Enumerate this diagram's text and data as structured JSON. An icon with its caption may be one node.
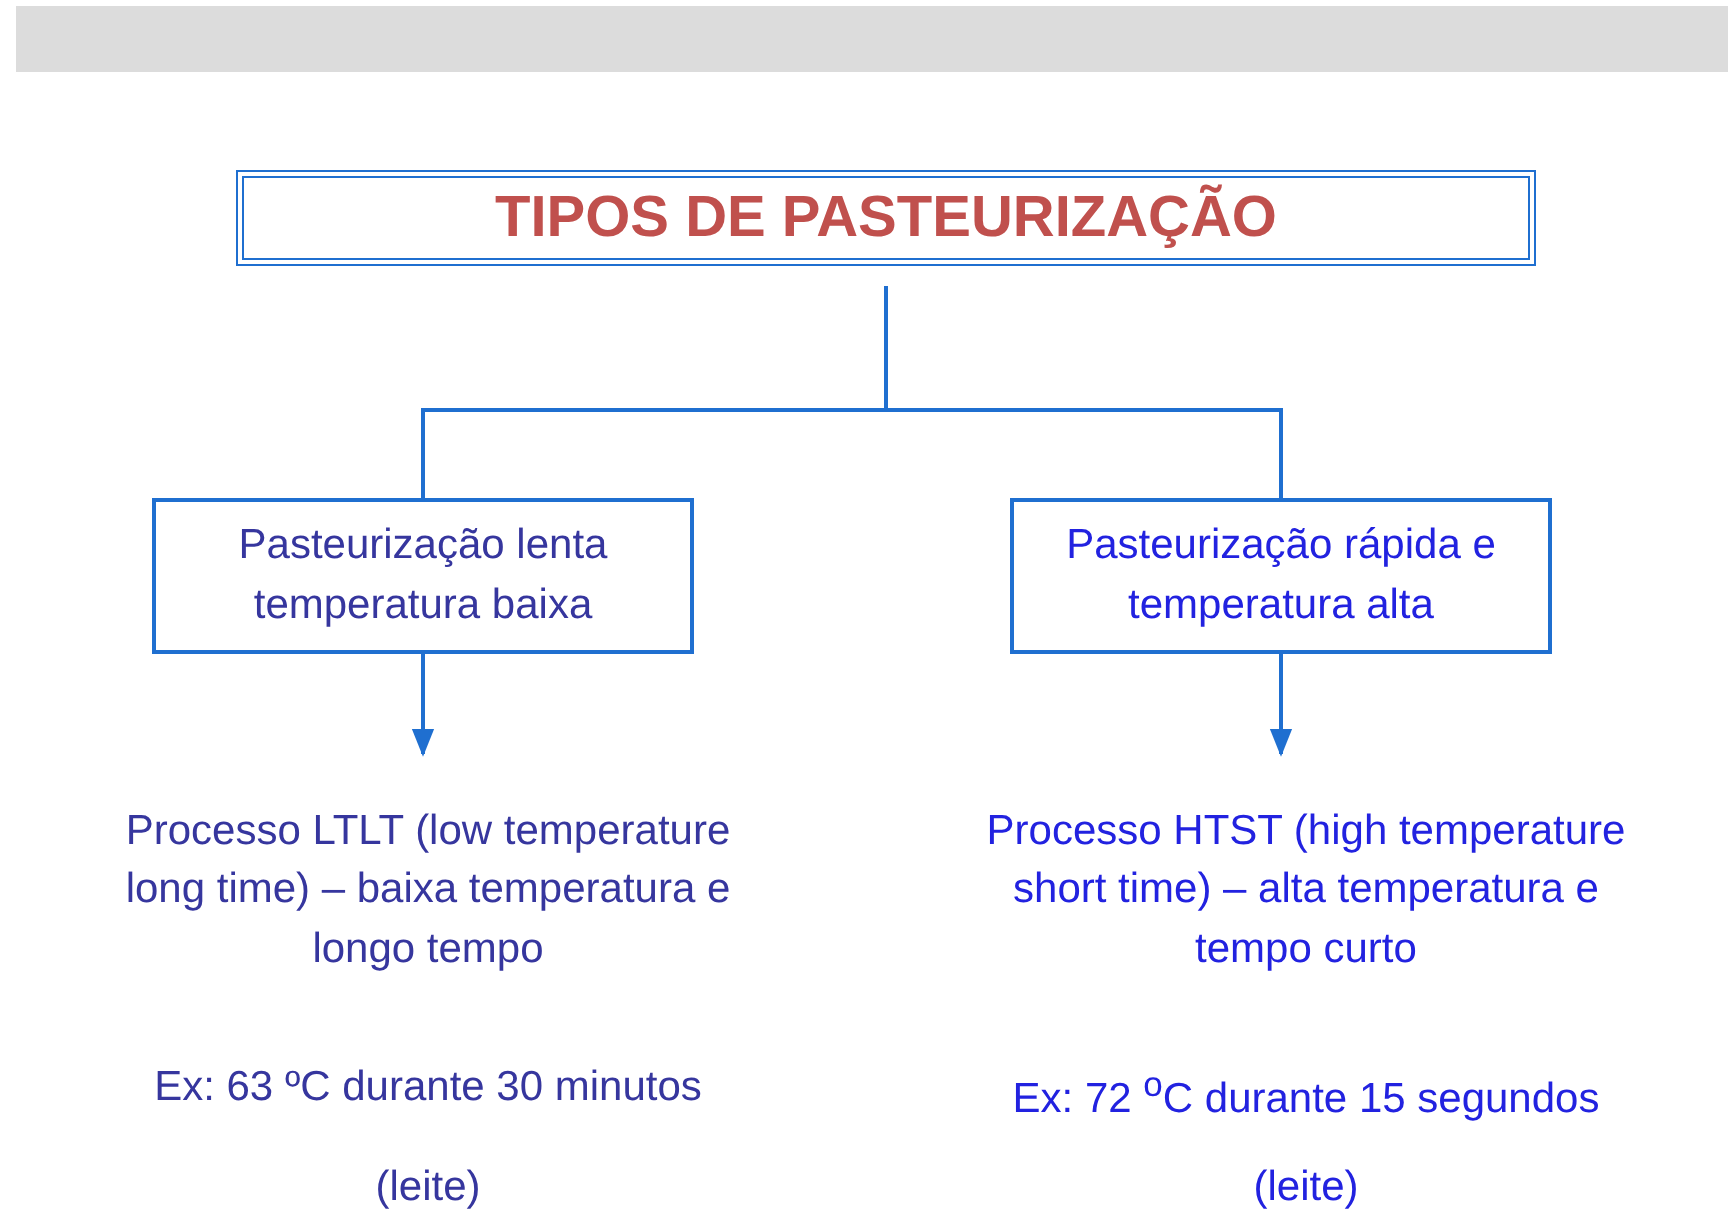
{
  "diagram": {
    "nodes": [
      {
        "text": [
          "TIPOS DE PASTEURIZAÇÃO"
        ]
      },
      {
        "text": [
          "Pasteurização lenta temperatura baixa"
        ]
      },
      {
        "text": [
          "Pasteurização rápida e temperatura alta"
        ]
      },
      {
        "text": [
          "Processo LTLT (low temperature long time) – baixa temperatura e longo tempo"
        ],
        "beside": [
          "Ex: 63 ºC durante 30 minutos",
          "(leite)"
        ]
      },
      {
        "text": [
          "Processo HTST (high temperature short time) – alta temperatura e tempo curto"
        ],
        "beside": [
          "Ex: 72 $^{o}$C durante 15 segundos",
          "(leite)"
        ]
      }
    ],
    "edges": [
      {
        "from": 0,
        "to": 1,
        "arrow": "none"
      },
      {
        "from": 0,
        "to": 2,
        "arrow": "none"
      },
      {
        "from": 1,
        "to": 3,
        "arrow": "to"
      },
      {
        "from": 2,
        "to": 4,
        "arrow": "to"
      }
    ]
  }
}
